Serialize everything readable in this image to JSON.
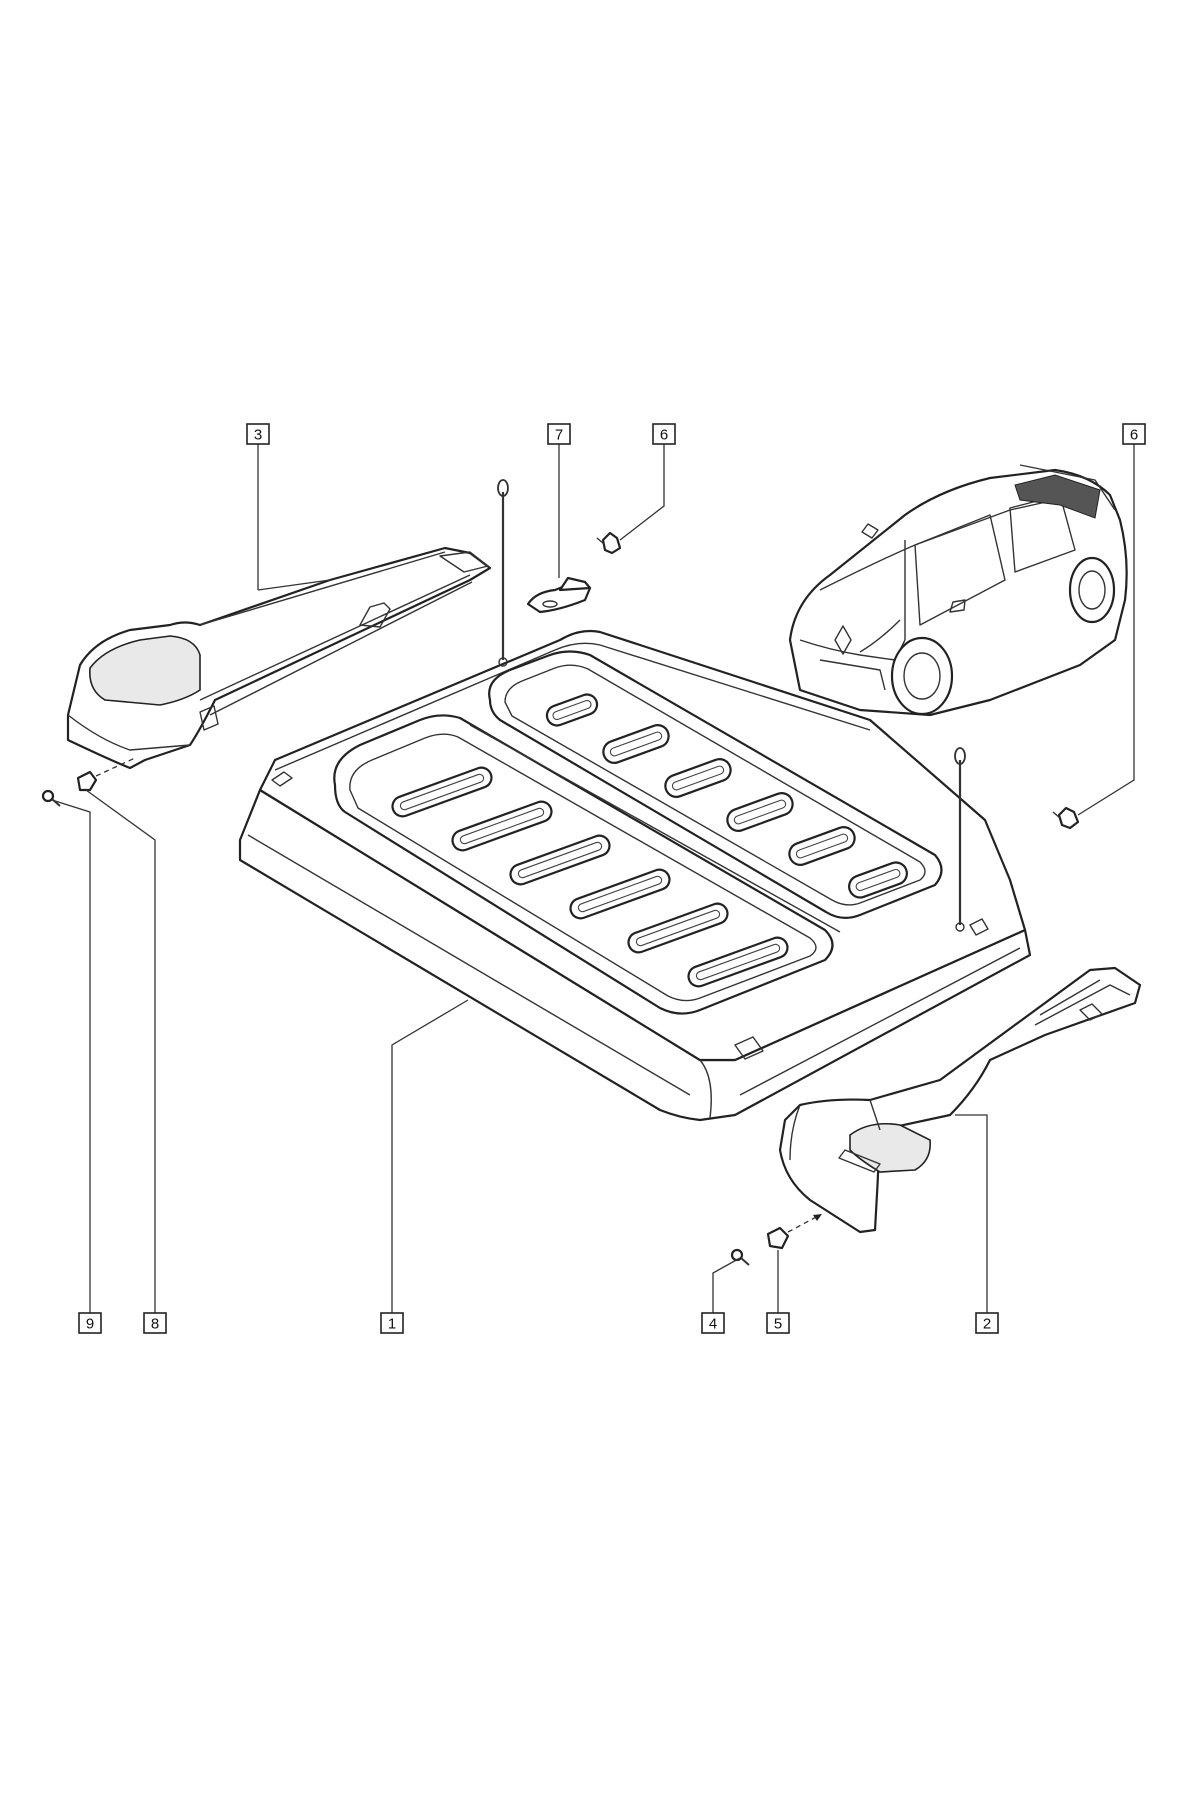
{
  "callouts": [
    {
      "id": "c1",
      "text": "1"
    },
    {
      "id": "c2",
      "text": "2"
    },
    {
      "id": "c3",
      "text": "3"
    },
    {
      "id": "c4",
      "text": "4"
    },
    {
      "id": "c5",
      "text": "5"
    },
    {
      "id": "c6a",
      "text": "6"
    },
    {
      "id": "c6b",
      "text": "6"
    },
    {
      "id": "c7",
      "text": "7"
    },
    {
      "id": "c8",
      "text": "8"
    },
    {
      "id": "c9",
      "text": "9"
    }
  ]
}
